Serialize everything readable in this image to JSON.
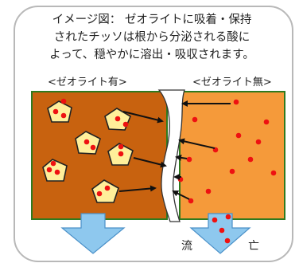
{
  "caption": {
    "line1": "イメージ図： ゼオライトに吸着・保持",
    "line2": "されたチッソは根から分泌される酸に",
    "line3": "よって、穏やかに溶出・吸収されます。"
  },
  "labels": {
    "with_zeolite": "<ゼオライト有>",
    "without_zeolite": "<ゼオライト無>"
  },
  "runoff": {
    "char1": "流",
    "char2": "亡"
  },
  "colors": {
    "soil_with": "#c8620f",
    "soil_without": "#f59a3a",
    "zeolite": "#ffef9a",
    "nitrogen_dot": "#ee1111",
    "arrow_blue": "#8ec8ee",
    "green_border": "#2f7a1f"
  }
}
